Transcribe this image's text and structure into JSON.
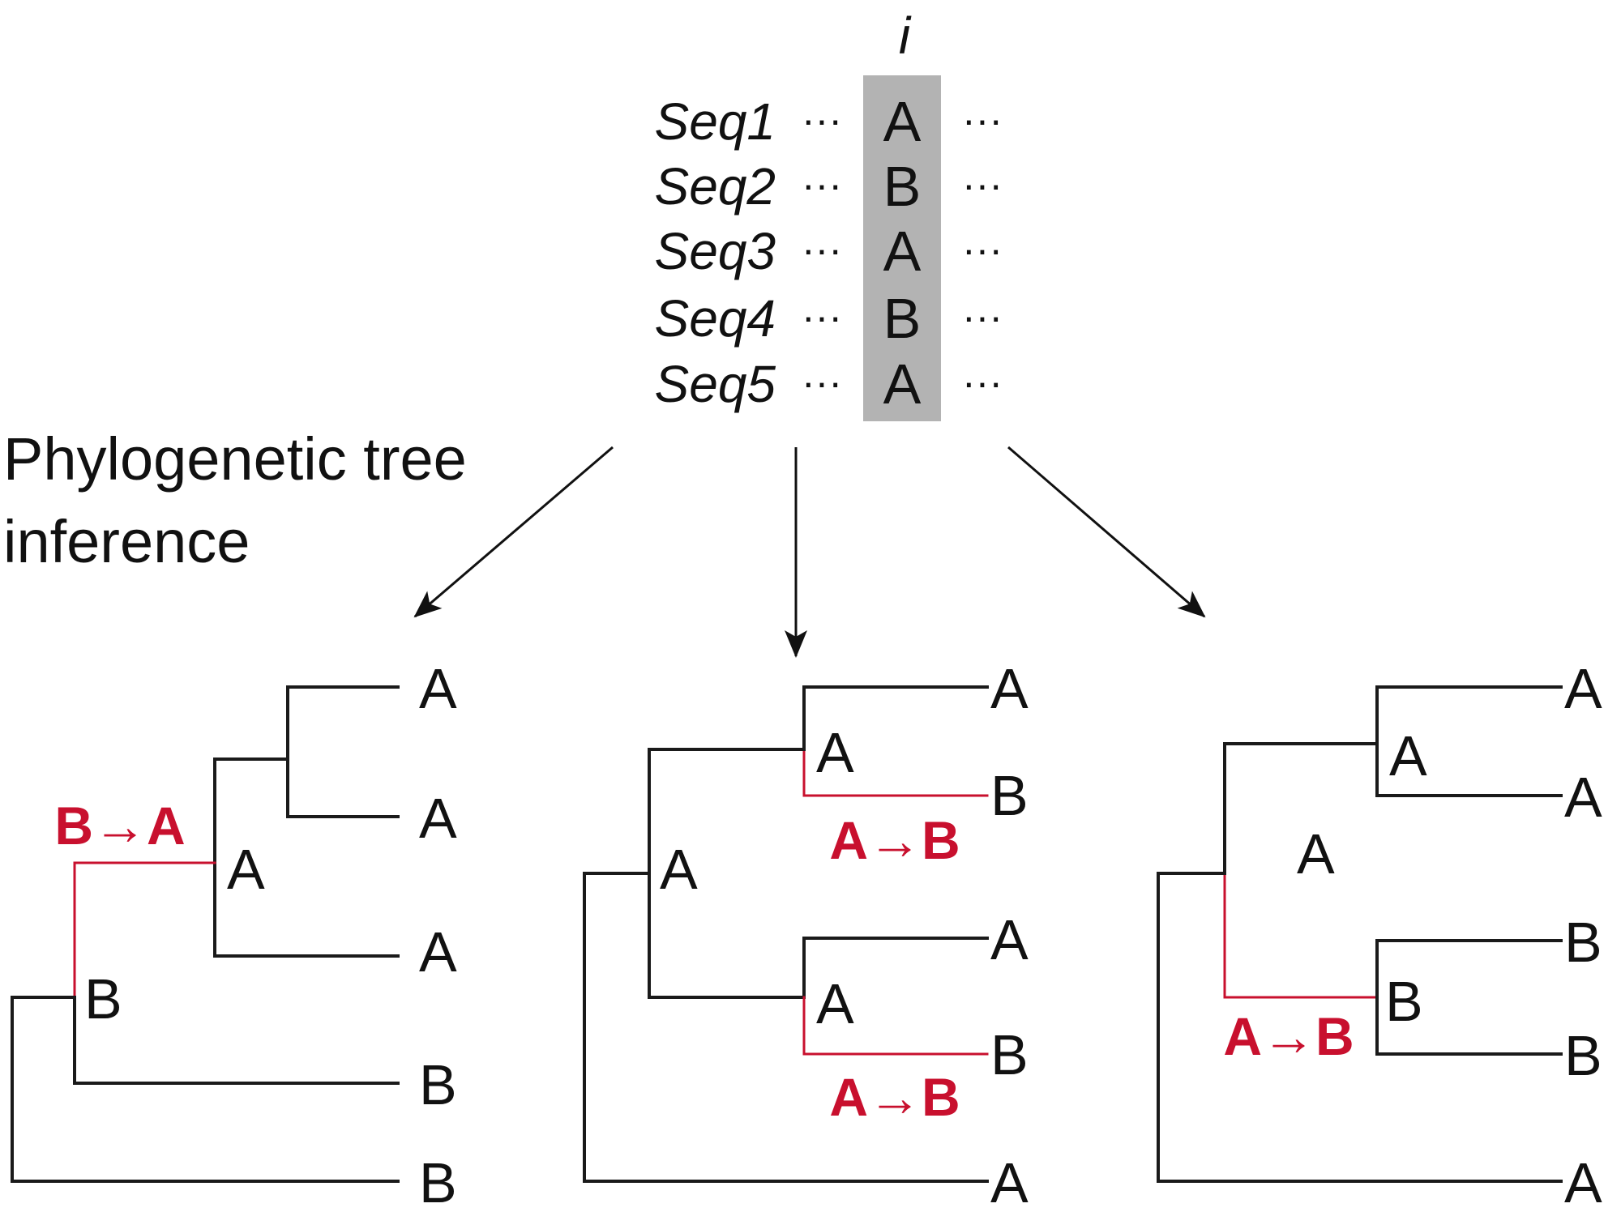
{
  "alignment": {
    "site_label": "i",
    "ellipsis": "···",
    "site_highlight_color": "#b3b3b3",
    "sequences": [
      {
        "name": "Seq1",
        "state": "A"
      },
      {
        "name": "Seq2",
        "state": "B"
      },
      {
        "name": "Seq3",
        "state": "A"
      },
      {
        "name": "Seq4",
        "state": "B"
      },
      {
        "name": "Seq5",
        "state": "A"
      }
    ]
  },
  "process_label": {
    "line1": "Phylogenetic tree",
    "line2": "inference"
  },
  "colors": {
    "branch": "#1a1a1a",
    "change": "#c8102e"
  },
  "trees": [
    {
      "name": "tree-1",
      "leaves": [
        "A",
        "A",
        "A",
        "B",
        "B"
      ],
      "internal_states": [
        "A",
        "B"
      ],
      "changes": [
        "B→A"
      ]
    },
    {
      "name": "tree-2",
      "leaves": [
        "A",
        "B",
        "A",
        "B",
        "A"
      ],
      "internal_states": [
        "A",
        "A",
        "A"
      ],
      "changes": [
        "A→B",
        "A→B"
      ]
    },
    {
      "name": "tree-3",
      "leaves": [
        "A",
        "A",
        "B",
        "B",
        "A"
      ],
      "internal_states": [
        "A",
        "A",
        "B"
      ],
      "changes": [
        "A→B"
      ]
    }
  ]
}
